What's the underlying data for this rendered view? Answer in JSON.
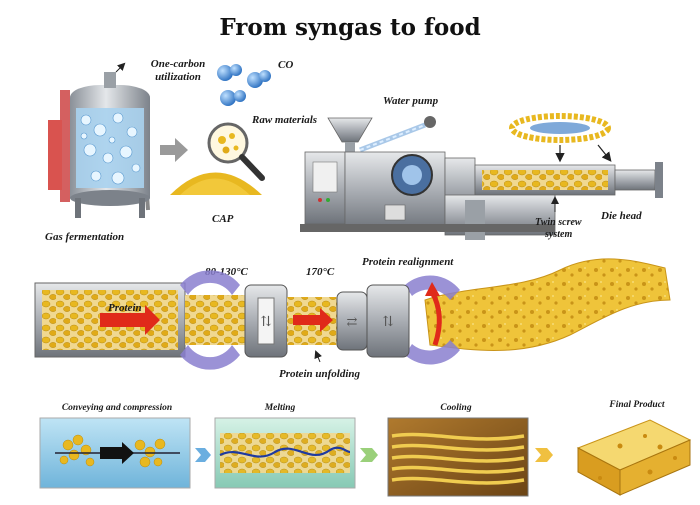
{
  "title": "From syngas to food",
  "top_section": {
    "fermentation_label": "Gas fermentation",
    "one_carbon_label_1": "One-carbon",
    "one_carbon_label_2": "utilization",
    "co_label": "CO",
    "cap_label": "CAP",
    "raw_materials_label": "Raw materials",
    "water_pump_label": "Water pump",
    "twin_screw_label_1": "Twin screw",
    "twin_screw_label_2": "system",
    "die_head_label": "Die head"
  },
  "middle_section": {
    "temp_1": "80-130°C",
    "temp_2": "170°C",
    "protein_label": "Protein",
    "protein_unfolding_label": "Protein unfolding",
    "protein_realignment_label": "Protein realignment"
  },
  "bottom_section": {
    "step_1": "Conveying and compression",
    "step_2": "Melting",
    "step_3": "Cooling",
    "step_4": "Final Product"
  },
  "colors": {
    "granule_yellow": "#e8b820",
    "metal": "#b8bcc2",
    "arrow_red": "#e02a1a",
    "roller_purple": "#8a7fd0",
    "step_arrow": "#6aaee0"
  }
}
